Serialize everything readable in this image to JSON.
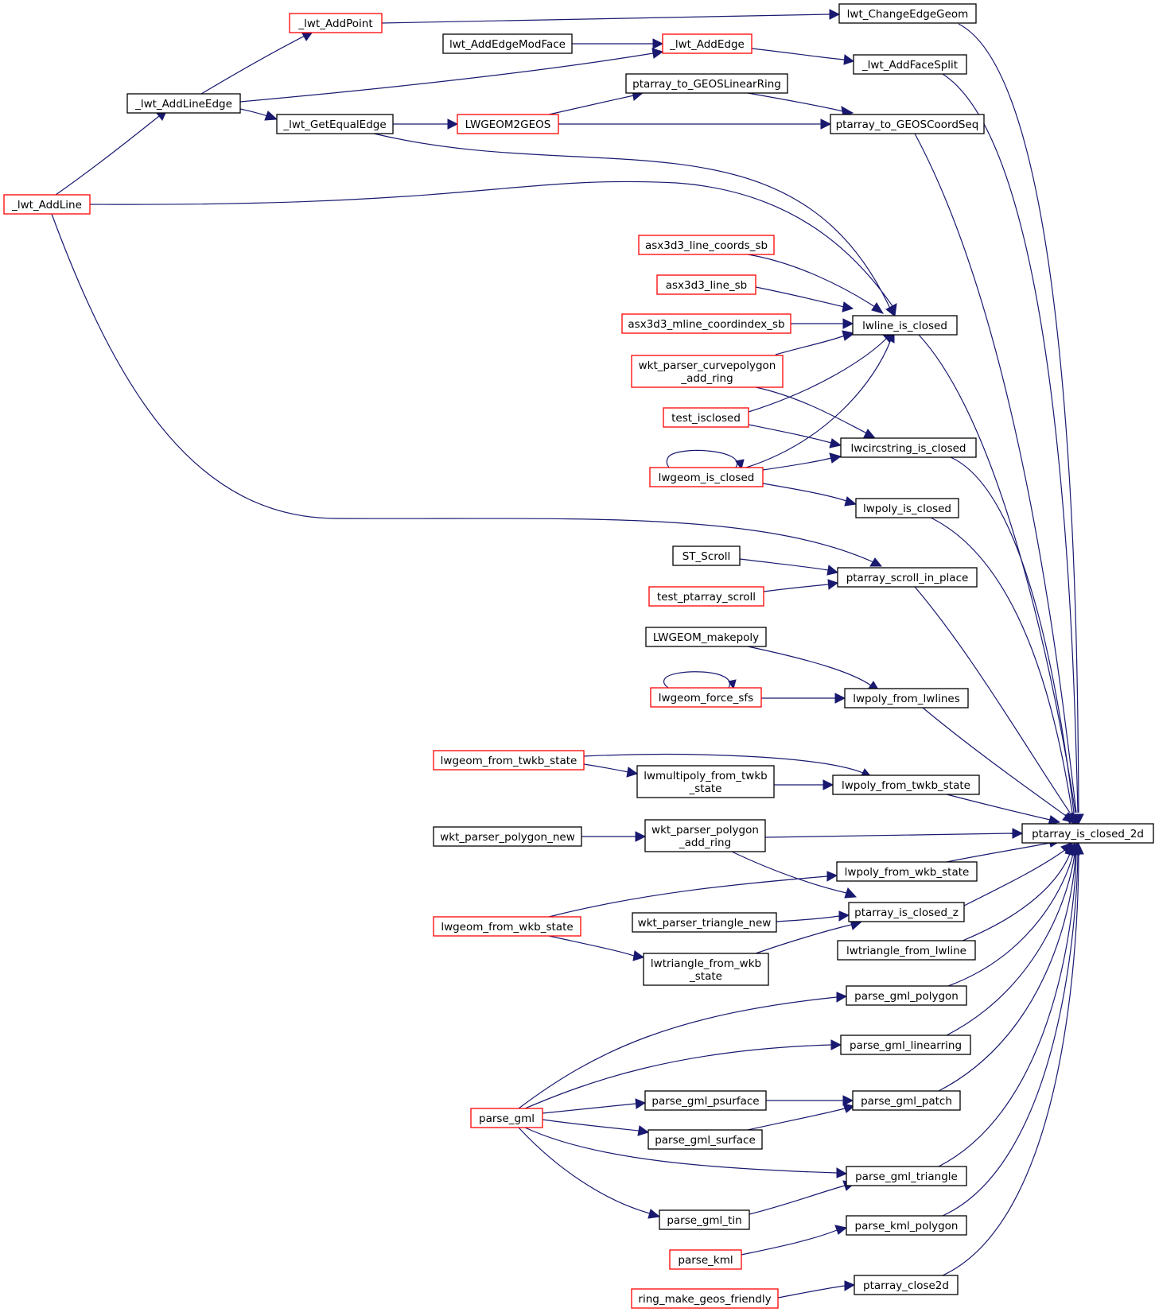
{
  "diagram": {
    "colors": {
      "edge": "#191970",
      "node_border_normal": "#000000",
      "node_border_truncated": "#ff0000",
      "node_fill_root": "#bfbfbf",
      "node_fill": "#ffffff"
    },
    "nodes": [
      {
        "id": "root",
        "label": [
          "ptarray_is_closed_2d"
        ],
        "style": "root"
      },
      {
        "id": "ChangeEdgeGeom",
        "label": [
          "lwt_ChangeEdgeGeom"
        ],
        "style": "normal"
      },
      {
        "id": "AddPoint",
        "label": [
          "_lwt_AddPoint"
        ],
        "style": "truncated"
      },
      {
        "id": "AddEdgeModFace",
        "label": [
          "lwt_AddEdgeModFace"
        ],
        "style": "normal"
      },
      {
        "id": "AddEdge",
        "label": [
          "_lwt_AddEdge"
        ],
        "style": "truncated"
      },
      {
        "id": "AddFaceSplit",
        "label": [
          "_lwt_AddFaceSplit"
        ],
        "style": "normal"
      },
      {
        "id": "AddLineEdge",
        "label": [
          "_lwt_AddLineEdge"
        ],
        "style": "normal"
      },
      {
        "id": "toGEOSLinearRing",
        "label": [
          "ptarray_to_GEOSLinearRing"
        ],
        "style": "normal"
      },
      {
        "id": "GetEqualEdge",
        "label": [
          "_lwt_GetEqualEdge"
        ],
        "style": "normal"
      },
      {
        "id": "LWGEOM2GEOS",
        "label": [
          "LWGEOM2GEOS"
        ],
        "style": "truncated"
      },
      {
        "id": "toGEOSCoordSeq",
        "label": [
          "ptarray_to_GEOSCoordSeq"
        ],
        "style": "normal"
      },
      {
        "id": "AddLine",
        "label": [
          "_lwt_AddLine"
        ],
        "style": "truncated"
      },
      {
        "id": "x3d_line_coords",
        "label": [
          "asx3d3_line_coords_sb"
        ],
        "style": "truncated"
      },
      {
        "id": "x3d_line",
        "label": [
          "asx3d3_line_sb"
        ],
        "style": "truncated"
      },
      {
        "id": "x3d_mline",
        "label": [
          "asx3d3_mline_coordindex_sb"
        ],
        "style": "truncated"
      },
      {
        "id": "lwline_is_closed",
        "label": [
          "lwline_is_closed"
        ],
        "style": "normal"
      },
      {
        "id": "wkt_curvepoly",
        "label": [
          "wkt_parser_curvepolygon",
          "_add_ring"
        ],
        "style": "truncated"
      },
      {
        "id": "test_isclosed",
        "label": [
          "test_isclosed"
        ],
        "style": "truncated"
      },
      {
        "id": "lwcircstring",
        "label": [
          "lwcircstring_is_closed"
        ],
        "style": "normal"
      },
      {
        "id": "lwgeom_is_closed",
        "label": [
          "lwgeom_is_closed"
        ],
        "style": "truncated"
      },
      {
        "id": "lwpoly_is_closed",
        "label": [
          "lwpoly_is_closed"
        ],
        "style": "normal"
      },
      {
        "id": "ST_Scroll",
        "label": [
          "ST_Scroll"
        ],
        "style": "normal"
      },
      {
        "id": "scroll_in_place",
        "label": [
          "ptarray_scroll_in_place"
        ],
        "style": "normal"
      },
      {
        "id": "test_scroll",
        "label": [
          "test_ptarray_scroll"
        ],
        "style": "truncated"
      },
      {
        "id": "makepoly",
        "label": [
          "LWGEOM_makepoly"
        ],
        "style": "normal"
      },
      {
        "id": "force_sfs",
        "label": [
          "lwgeom_force_sfs"
        ],
        "style": "truncated"
      },
      {
        "id": "poly_from_lwlines",
        "label": [
          "lwpoly_from_lwlines"
        ],
        "style": "normal"
      },
      {
        "id": "geom_from_twkb",
        "label": [
          "lwgeom_from_twkb_state"
        ],
        "style": "truncated"
      },
      {
        "id": "multipoly_twkb",
        "label": [
          "lwmultipoly_from_twkb",
          "_state"
        ],
        "style": "normal"
      },
      {
        "id": "poly_from_twkb",
        "label": [
          "lwpoly_from_twkb_state"
        ],
        "style": "normal"
      },
      {
        "id": "wkt_polygon_new",
        "label": [
          "wkt_parser_polygon_new"
        ],
        "style": "normal"
      },
      {
        "id": "wkt_polygon_ring",
        "label": [
          "wkt_parser_polygon",
          "_add_ring"
        ],
        "style": "normal"
      },
      {
        "id": "poly_from_wkb",
        "label": [
          "lwpoly_from_wkb_state"
        ],
        "style": "normal"
      },
      {
        "id": "geom_from_wkb",
        "label": [
          "lwgeom_from_wkb_state"
        ],
        "style": "truncated"
      },
      {
        "id": "wkt_triangle_new",
        "label": [
          "wkt_parser_triangle_new"
        ],
        "style": "normal"
      },
      {
        "id": "closed_z",
        "label": [
          "ptarray_is_closed_z"
        ],
        "style": "normal"
      },
      {
        "id": "triangle_from_lwline",
        "label": [
          "lwtriangle_from_lwline"
        ],
        "style": "normal"
      },
      {
        "id": "triangle_from_wkb",
        "label": [
          "lwtriangle_from_wkb",
          "_state"
        ],
        "style": "normal"
      },
      {
        "id": "gml_polygon",
        "label": [
          "parse_gml_polygon"
        ],
        "style": "normal"
      },
      {
        "id": "gml_linearring",
        "label": [
          "parse_gml_linearring"
        ],
        "style": "normal"
      },
      {
        "id": "gml_psurface",
        "label": [
          "parse_gml_psurface"
        ],
        "style": "normal"
      },
      {
        "id": "gml_patch",
        "label": [
          "parse_gml_patch"
        ],
        "style": "normal"
      },
      {
        "id": "parse_gml",
        "label": [
          "parse_gml"
        ],
        "style": "truncated"
      },
      {
        "id": "gml_surface",
        "label": [
          "parse_gml_surface"
        ],
        "style": "normal"
      },
      {
        "id": "gml_triangle",
        "label": [
          "parse_gml_triangle"
        ],
        "style": "normal"
      },
      {
        "id": "gml_tin",
        "label": [
          "parse_gml_tin"
        ],
        "style": "normal"
      },
      {
        "id": "kml_polygon",
        "label": [
          "parse_kml_polygon"
        ],
        "style": "normal"
      },
      {
        "id": "parse_kml",
        "label": [
          "parse_kml"
        ],
        "style": "truncated"
      },
      {
        "id": "close2d",
        "label": [
          "ptarray_close2d"
        ],
        "style": "normal"
      },
      {
        "id": "ring_geos",
        "label": [
          "ring_make_geos_friendly"
        ],
        "style": "truncated"
      }
    ],
    "edges": [
      {
        "from": "ChangeEdgeGeom",
        "to": "root"
      },
      {
        "from": "AddFaceSplit",
        "to": "root"
      },
      {
        "from": "toGEOSCoordSeq",
        "to": "root"
      },
      {
        "from": "lwline_is_closed",
        "to": "root"
      },
      {
        "from": "lwcircstring",
        "to": "root"
      },
      {
        "from": "lwpoly_is_closed",
        "to": "root"
      },
      {
        "from": "scroll_in_place",
        "to": "root"
      },
      {
        "from": "poly_from_lwlines",
        "to": "root"
      },
      {
        "from": "poly_from_twkb",
        "to": "root"
      },
      {
        "from": "wkt_polygon_ring",
        "to": "root"
      },
      {
        "from": "poly_from_wkb",
        "to": "root"
      },
      {
        "from": "closed_z",
        "to": "root"
      },
      {
        "from": "triangle_from_lwline",
        "to": "root"
      },
      {
        "from": "gml_polygon",
        "to": "root"
      },
      {
        "from": "gml_linearring",
        "to": "root"
      },
      {
        "from": "gml_patch",
        "to": "root"
      },
      {
        "from": "gml_triangle",
        "to": "root"
      },
      {
        "from": "kml_polygon",
        "to": "root"
      },
      {
        "from": "close2d",
        "to": "root"
      },
      {
        "from": "AddPoint",
        "to": "ChangeEdgeGeom"
      },
      {
        "from": "AddLineEdge",
        "to": "AddPoint"
      },
      {
        "from": "AddEdgeModFace",
        "to": "AddEdge"
      },
      {
        "from": "AddLineEdge",
        "to": "AddEdge"
      },
      {
        "from": "AddEdge",
        "to": "AddFaceSplit"
      },
      {
        "from": "AddLine",
        "to": "AddLineEdge"
      },
      {
        "from": "AddLineEdge",
        "to": "GetEqualEdge"
      },
      {
        "from": "GetEqualEdge",
        "to": "LWGEOM2GEOS"
      },
      {
        "from": "LWGEOM2GEOS",
        "to": "toGEOSLinearRing"
      },
      {
        "from": "LWGEOM2GEOS",
        "to": "toGEOSCoordSeq"
      },
      {
        "from": "toGEOSLinearRing",
        "to": "toGEOSCoordSeq"
      },
      {
        "from": "GetEqualEdge",
        "to": "lwline_is_closed"
      },
      {
        "from": "AddLine",
        "to": "lwline_is_closed"
      },
      {
        "from": "x3d_line_coords",
        "to": "lwline_is_closed"
      },
      {
        "from": "x3d_line",
        "to": "lwline_is_closed"
      },
      {
        "from": "x3d_mline",
        "to": "lwline_is_closed"
      },
      {
        "from": "wkt_curvepoly",
        "to": "lwline_is_closed"
      },
      {
        "from": "test_isclosed",
        "to": "lwline_is_closed"
      },
      {
        "from": "lwgeom_is_closed",
        "to": "lwline_is_closed"
      },
      {
        "from": "wkt_curvepoly",
        "to": "lwcircstring"
      },
      {
        "from": "test_isclosed",
        "to": "lwcircstring"
      },
      {
        "from": "lwgeom_is_closed",
        "to": "lwcircstring"
      },
      {
        "from": "lwgeom_is_closed",
        "to": "lwgeom_is_closed"
      },
      {
        "from": "lwgeom_is_closed",
        "to": "lwpoly_is_closed"
      },
      {
        "from": "AddLine",
        "to": "scroll_in_place"
      },
      {
        "from": "ST_Scroll",
        "to": "scroll_in_place"
      },
      {
        "from": "test_scroll",
        "to": "scroll_in_place"
      },
      {
        "from": "makepoly",
        "to": "poly_from_lwlines"
      },
      {
        "from": "force_sfs",
        "to": "poly_from_lwlines"
      },
      {
        "from": "force_sfs",
        "to": "force_sfs"
      },
      {
        "from": "geom_from_twkb",
        "to": "poly_from_twkb"
      },
      {
        "from": "geom_from_twkb",
        "to": "multipoly_twkb"
      },
      {
        "from": "multipoly_twkb",
        "to": "poly_from_twkb"
      },
      {
        "from": "wkt_polygon_new",
        "to": "wkt_polygon_ring"
      },
      {
        "from": "wkt_polygon_ring",
        "to": "closed_z"
      },
      {
        "from": "geom_from_wkb",
        "to": "poly_from_wkb"
      },
      {
        "from": "geom_from_wkb",
        "to": "triangle_from_wkb"
      },
      {
        "from": "wkt_triangle_new",
        "to": "closed_z"
      },
      {
        "from": "triangle_from_wkb",
        "to": "closed_z"
      },
      {
        "from": "parse_gml",
        "to": "gml_polygon"
      },
      {
        "from": "parse_gml",
        "to": "gml_linearring"
      },
      {
        "from": "parse_gml",
        "to": "gml_psurface"
      },
      {
        "from": "parse_gml",
        "to": "gml_surface"
      },
      {
        "from": "parse_gml",
        "to": "gml_triangle"
      },
      {
        "from": "parse_gml",
        "to": "gml_tin"
      },
      {
        "from": "gml_psurface",
        "to": "gml_patch"
      },
      {
        "from": "gml_surface",
        "to": "gml_patch"
      },
      {
        "from": "gml_tin",
        "to": "gml_triangle"
      },
      {
        "from": "parse_kml",
        "to": "kml_polygon"
      },
      {
        "from": "ring_geos",
        "to": "close2d"
      }
    ]
  }
}
